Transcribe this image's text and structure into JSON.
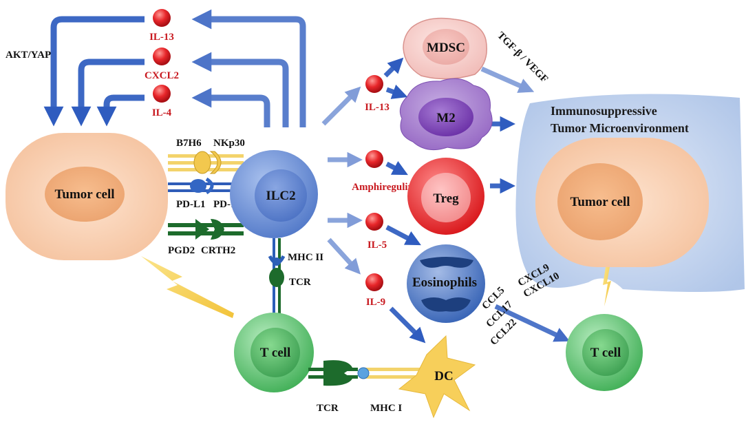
{
  "colors": {
    "arrow_blue": "#3d68c4",
    "cytokine_red": "#d7191c",
    "tumor_peach": "#f6c8a6",
    "ilc2_blue": "#5b83d2",
    "treg_red": "#e52226",
    "tcell_green": "#48b75e",
    "mdsc_pink": "#f4c7c4",
    "m2_purple": "#9a6fc4",
    "eos_blue": "#3b6bbd",
    "dc_yellow": "#f7cf5a",
    "tme_blue": "#b9cde9",
    "receptor_dark_green": "#1d6b2c"
  },
  "cells": {
    "tumor_left": "Tumor cell",
    "ilc2": "ILC2",
    "t_cell_bottom": "T cell",
    "dc": "DC",
    "mdsc": "MDSC",
    "m2": "M2",
    "treg": "Treg",
    "eosinophils": "Eosinophils",
    "tme_title_line1": "Immunosuppressive",
    "tme_title_line2": "Tumor Microenvironment",
    "tumor_right": "Tumor cell",
    "t_cell_right": "T cell"
  },
  "cytokines": {
    "il13_top": "IL-13",
    "cxcl2": "CXCL2",
    "il4": "IL-4",
    "il13_mid": "IL-13",
    "amphiregulin": "Amphiregulin",
    "il5": "IL-5",
    "il9": "IL-9"
  },
  "labels": {
    "akt_yap": "AKT/YAP",
    "b7h6": "B7H6",
    "nkp30": "NKp30",
    "pdl1": "PD-L1",
    "pd1": "PD-1",
    "pgd2": "PGD2",
    "crth2": "CRTH2",
    "mhc2": "MHC II",
    "tcr_upper": "TCR",
    "tcr_lower": "TCR",
    "mhc1": "MHC I",
    "tgfb_vegf": "TGF-β / VEGF",
    "cxcl9": "CXCL9",
    "cxcl10": "CXCL10",
    "ccl5": "CCL5",
    "ccl17": "CCL17",
    "ccl22": "CCL22"
  }
}
